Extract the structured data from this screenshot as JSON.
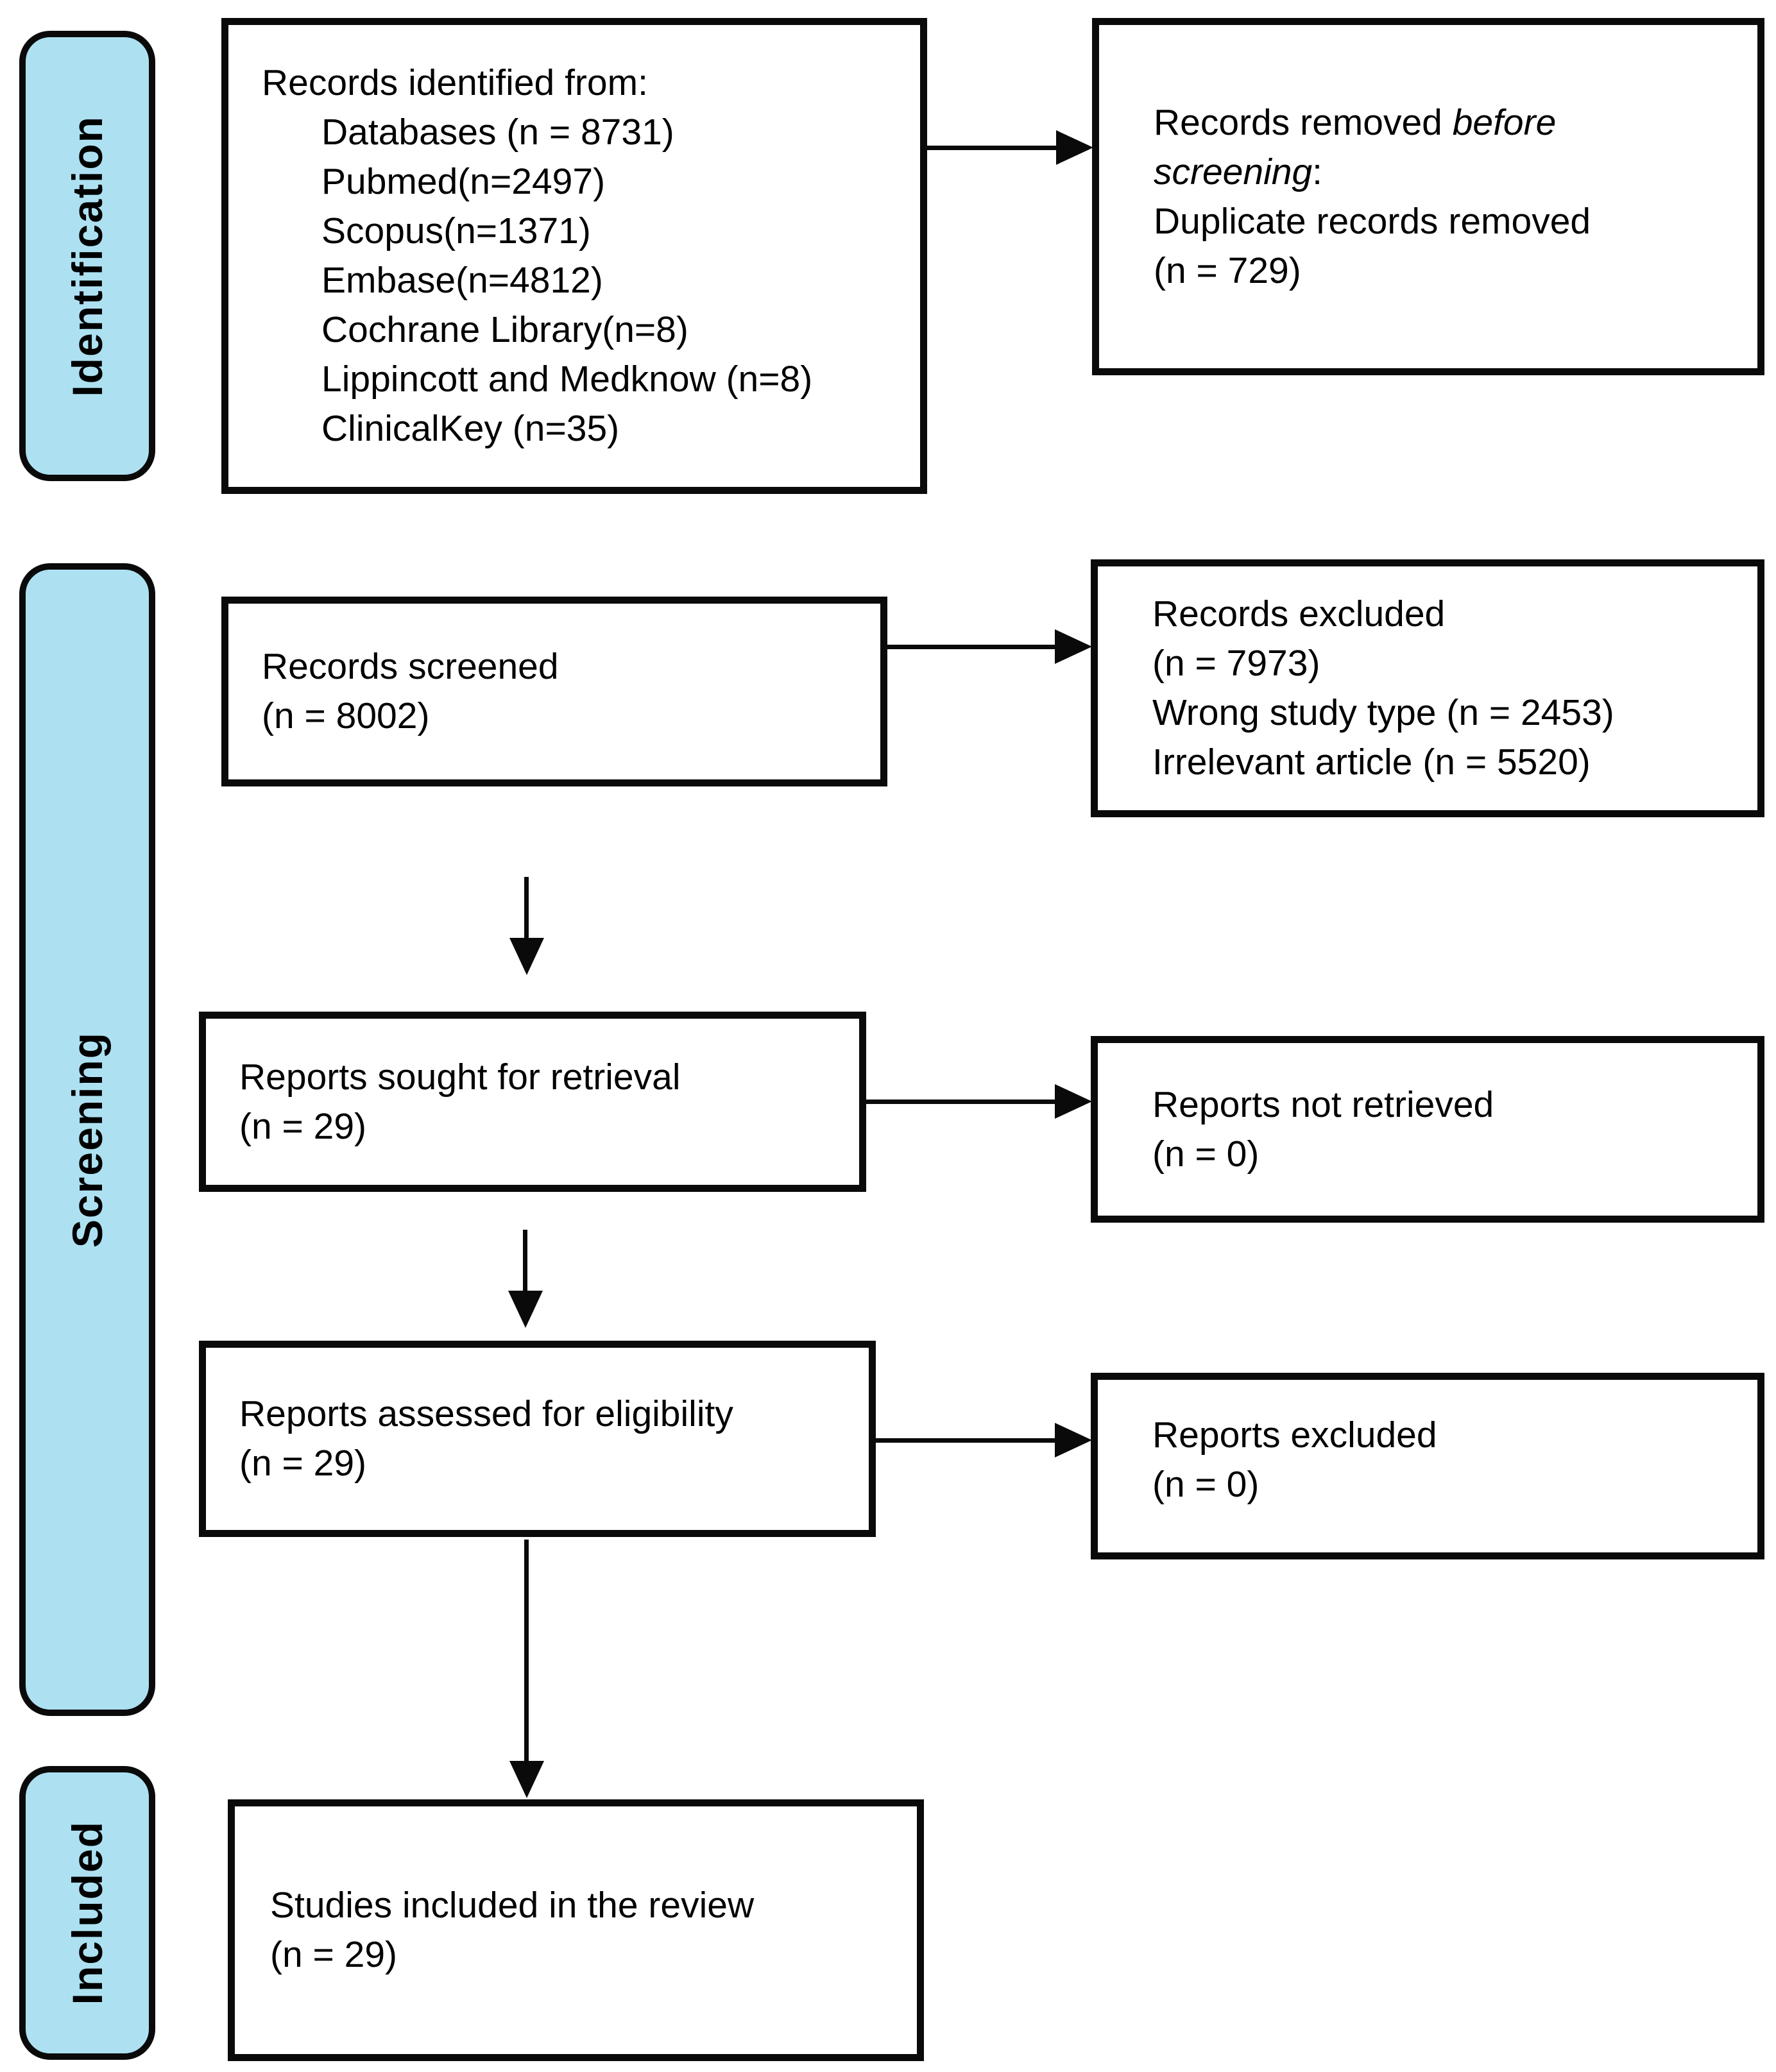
{
  "diagram": "PRISMA flow diagram",
  "colors": {
    "stage_fill": "#ade1f2",
    "stage_border": "#0a0a0a",
    "box_border": "#0a0a0a",
    "arrow": "#0a0a0a",
    "background": "#ffffff"
  },
  "stages": [
    {
      "label": "Identification"
    },
    {
      "label": "Screening"
    },
    {
      "label": "Included"
    }
  ],
  "boxes": {
    "identified": {
      "lines": [
        "Records identified from:",
        "Databases (n = 8731)",
        "Pubmed(n=2497)",
        "Scopus(n=1371)",
        "Embase(n=4812)",
        "Cochrane Library(n=8)",
        "Lippincott and Medknow (n=8)",
        "ClinicalKey (n=35)"
      ]
    },
    "removed": {
      "l1_normal": "Records removed ",
      "l1_italic": "before",
      "l2_italic": "screening",
      "l2_suffix": ":",
      "l3": "Duplicate records removed",
      "l4": "(n = 729)"
    },
    "screened": {
      "lines": [
        "Records screened",
        "(n = 8002)"
      ]
    },
    "records_excluded": {
      "lines": [
        "Records excluded",
        "(n = 7973)",
        "Wrong study type (n = 2453)",
        "Irrelevant article (n = 5520)"
      ]
    },
    "sought": {
      "lines": [
        "Reports sought for retrieval",
        "(n = 29)"
      ]
    },
    "not_retrieved": {
      "lines": [
        "Reports not retrieved",
        "(n = 0)"
      ]
    },
    "assessed": {
      "lines": [
        "Reports assessed for eligibility",
        "(n = 29)"
      ]
    },
    "reports_excluded": {
      "lines": [
        "Reports excluded",
        "(n = 0)"
      ]
    },
    "included_studies": {
      "lines": [
        "Studies included in the review",
        "(n = 29)"
      ]
    }
  }
}
